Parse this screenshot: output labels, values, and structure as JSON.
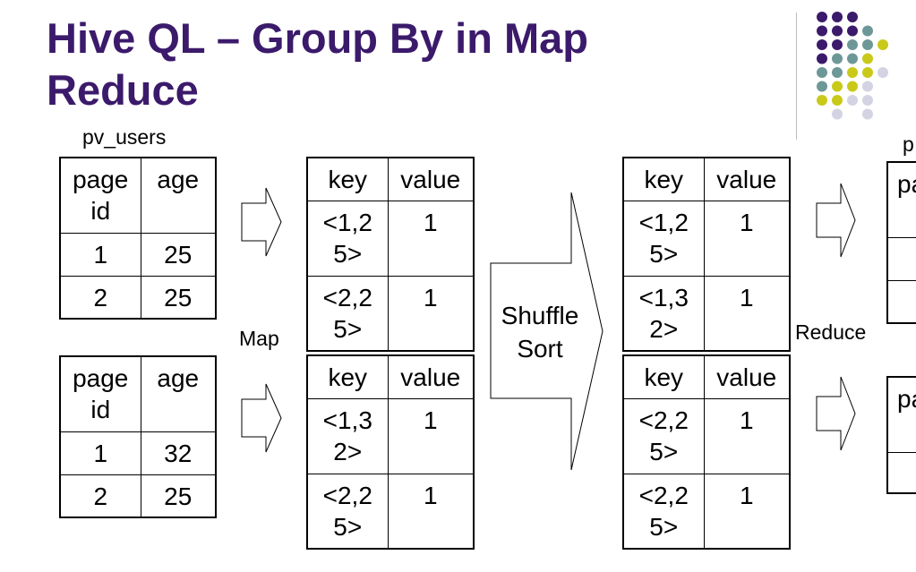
{
  "slide": {
    "title_line1": "Hive QL – Group By in Map",
    "title_line2": "Reduce"
  },
  "labels": {
    "source_table": "pv_users",
    "map": "Map",
    "shuffle": "Shuffle",
    "sort": "Sort",
    "reduce": "Reduce",
    "result_caption_partial": "p"
  },
  "input_tables": [
    {
      "headers": [
        "page\nid",
        "age"
      ],
      "rows": [
        [
          "1",
          "25"
        ],
        [
          "2",
          "25"
        ]
      ]
    },
    {
      "headers": [
        "page\nid",
        "age"
      ],
      "rows": [
        [
          "1",
          "32"
        ],
        [
          "2",
          "25"
        ]
      ]
    }
  ],
  "map_tables": [
    {
      "headers": [
        "key",
        "value"
      ],
      "rows": [
        [
          "<1,2\n5>",
          "1"
        ],
        [
          "<2,2\n5>",
          "1"
        ]
      ]
    },
    {
      "headers": [
        "key",
        "value"
      ],
      "rows": [
        [
          "<1,3\n2>",
          "1"
        ],
        [
          "<2,2\n5>",
          "1"
        ]
      ]
    }
  ],
  "sorted_tables": [
    {
      "headers": [
        "key",
        "value"
      ],
      "rows": [
        [
          "<1,2\n5>",
          "1"
        ],
        [
          "<1,3\n2>",
          "1"
        ]
      ]
    },
    {
      "headers": [
        "key",
        "value"
      ],
      "rows": [
        [
          "<2,2\n5>",
          "1"
        ],
        [
          "<2,2\n5>",
          "1"
        ]
      ]
    }
  ],
  "output_tables_partial": [
    {
      "header_fragment": "pa"
    },
    {
      "header_fragment": "pa"
    }
  ],
  "colors": {
    "title": "#3b1a6b",
    "dot_purple": "#3b1a6b",
    "dot_teal": "#6e9898",
    "dot_yellow": "#c9c91a",
    "dot_lavender": "#d3d3e3"
  }
}
